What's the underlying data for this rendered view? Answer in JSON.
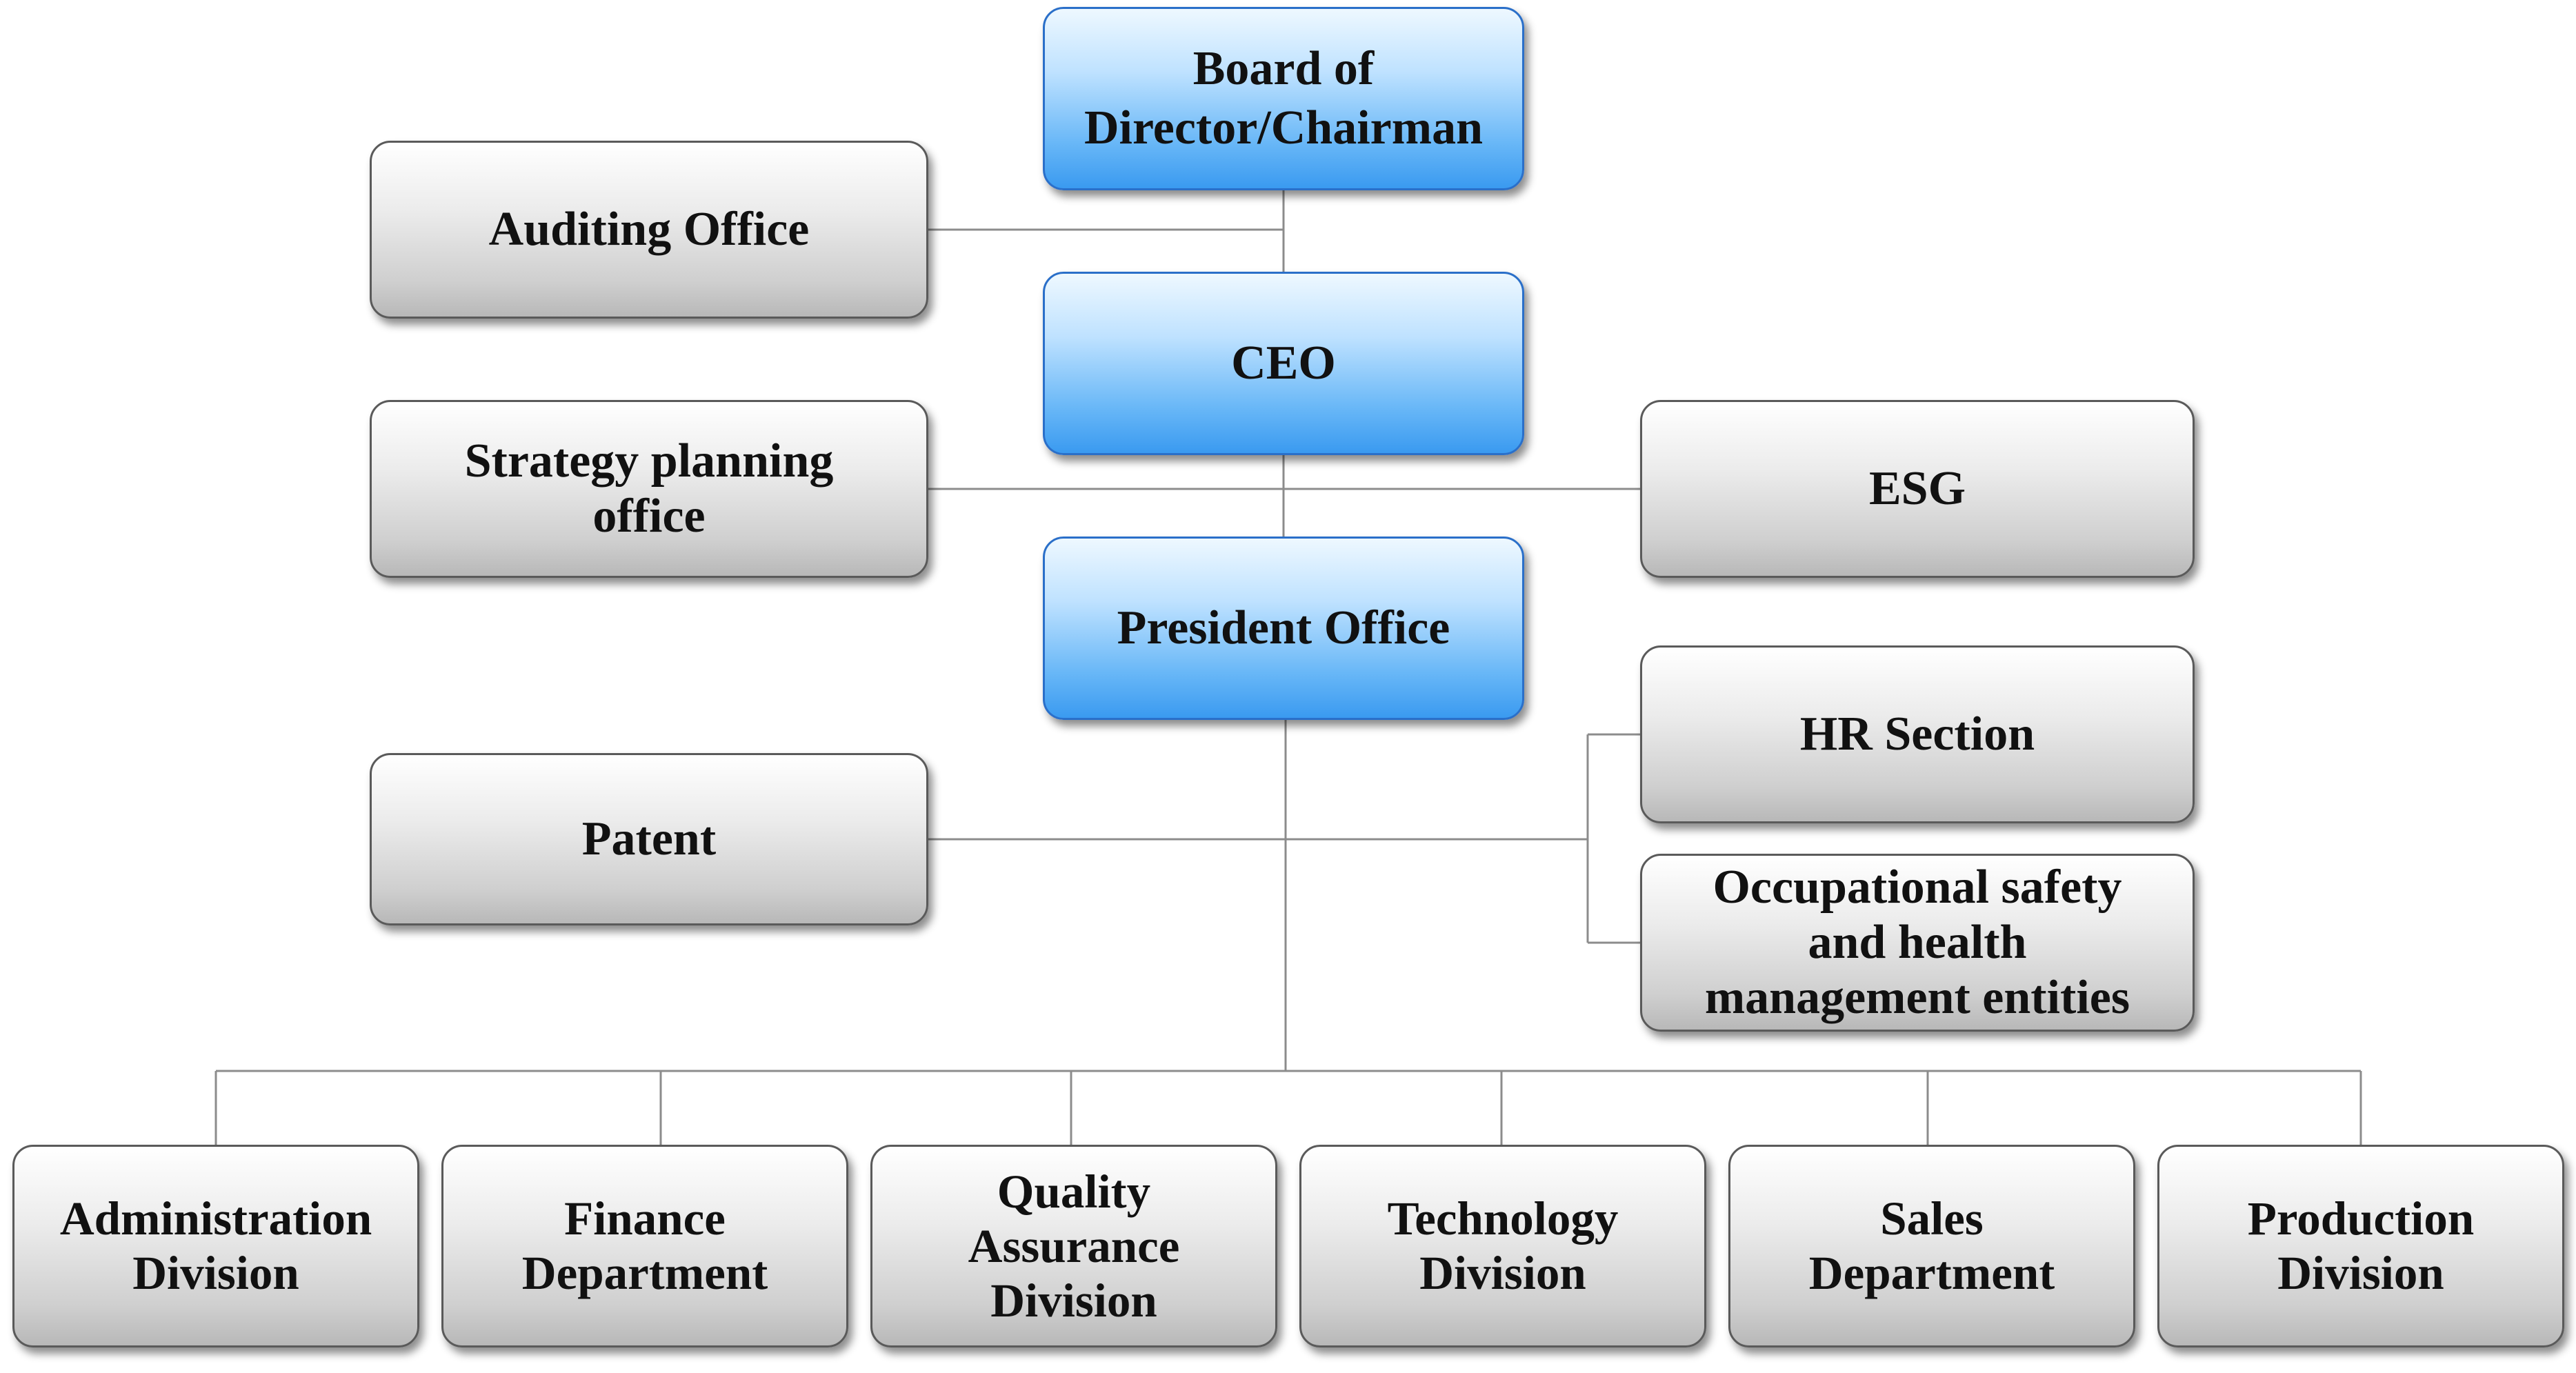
{
  "diagram": {
    "nodes": {
      "board": "Board of\nDirector/Chairman",
      "ceo": "CEO",
      "president_office": "President Office",
      "auditing_office": "Auditing Office",
      "strategy_planning_office": "Strategy planning\noffice",
      "patent": "Patent",
      "esg": "ESG",
      "hr_section": "HR Section",
      "occupational_safety": "Occupational safety\nand health\nmanagement entities",
      "administration_division": "Administration\nDivision",
      "finance_department": "Finance\nDepartment",
      "quality_assurance_division": "Quality\nAssurance\nDivision",
      "technology_division": "Technology\nDivision",
      "sales_department": "Sales\nDepartment",
      "production_division": "Production\nDivision"
    },
    "edges": [
      [
        "board",
        "ceo"
      ],
      [
        "board",
        "auditing_office"
      ],
      [
        "ceo",
        "president_office"
      ],
      [
        "ceo",
        "strategy_planning_office"
      ],
      [
        "ceo",
        "esg"
      ],
      [
        "president_office",
        "patent"
      ],
      [
        "president_office",
        "hr_section"
      ],
      [
        "president_office",
        "occupational_safety"
      ],
      [
        "president_office",
        "administration_division"
      ],
      [
        "president_office",
        "finance_department"
      ],
      [
        "president_office",
        "quality_assurance_division"
      ],
      [
        "president_office",
        "technology_division"
      ],
      [
        "president_office",
        "sales_department"
      ],
      [
        "president_office",
        "production_division"
      ]
    ],
    "colors": {
      "executive_box": "#5aaef5",
      "unit_box": "#d4d4d4",
      "connector": "#8c8c8c"
    }
  }
}
